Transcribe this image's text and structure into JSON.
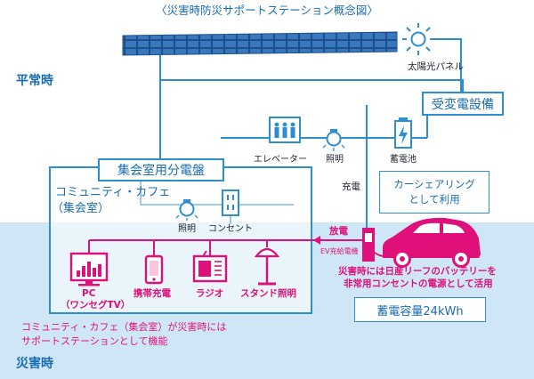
{
  "title": "〈災害時防災サポートステーション概念図〉",
  "labels": {
    "normal_time": "平常時",
    "disaster_time": "災害時",
    "solar_panel": "太陽光パネル",
    "substation": "受変電設備",
    "distribution_panel": "集会室用分電盤",
    "community_cafe_line1": "コミュニティ・カフェ",
    "community_cafe_line2": "（集会室）",
    "elevator": "エレベーター",
    "lighting_top": "照明",
    "storage_battery": "蓄電池",
    "charging": "充電",
    "car_sharing_line1": "カーシェアリング",
    "car_sharing_line2": "として利用",
    "lighting_cafe": "照明",
    "outlet": "コンセント",
    "discharge": "放電",
    "ev_charger": "EV充給電機",
    "pc_line1": "PC",
    "pc_line2": "（ワンセグTV）",
    "mobile_charging": "携帯充電",
    "radio": "ラジオ",
    "stand_light": "スタンド照明",
    "leaf_note_line1": "災害時には日産リーフのバッテリーを",
    "leaf_note_line2": "非常用コンセントの電源として活用",
    "capacity": "蓄電容量24kWh",
    "cafe_note_line1": "コミュニティ・カフェ（集会室）が災害時には",
    "cafe_note_line2": "サポートステーションとして機能"
  },
  "colors": {
    "wire_blue": "#2e8fd0",
    "wire_pink": "#e0107a",
    "disaster_zone": "#cfe6f7",
    "text_blue": "#1a6db0",
    "text_dark": "#1c2330"
  },
  "icons": [
    "sun-icon",
    "solar-panel-icon",
    "elevator-icon",
    "light-bulb-icon",
    "battery-icon",
    "outlet-icon",
    "pc-monitor-icon",
    "mobile-phone-icon",
    "radio-icon",
    "stand-lamp-icon",
    "ev-car-icon",
    "ev-charger-icon"
  ]
}
